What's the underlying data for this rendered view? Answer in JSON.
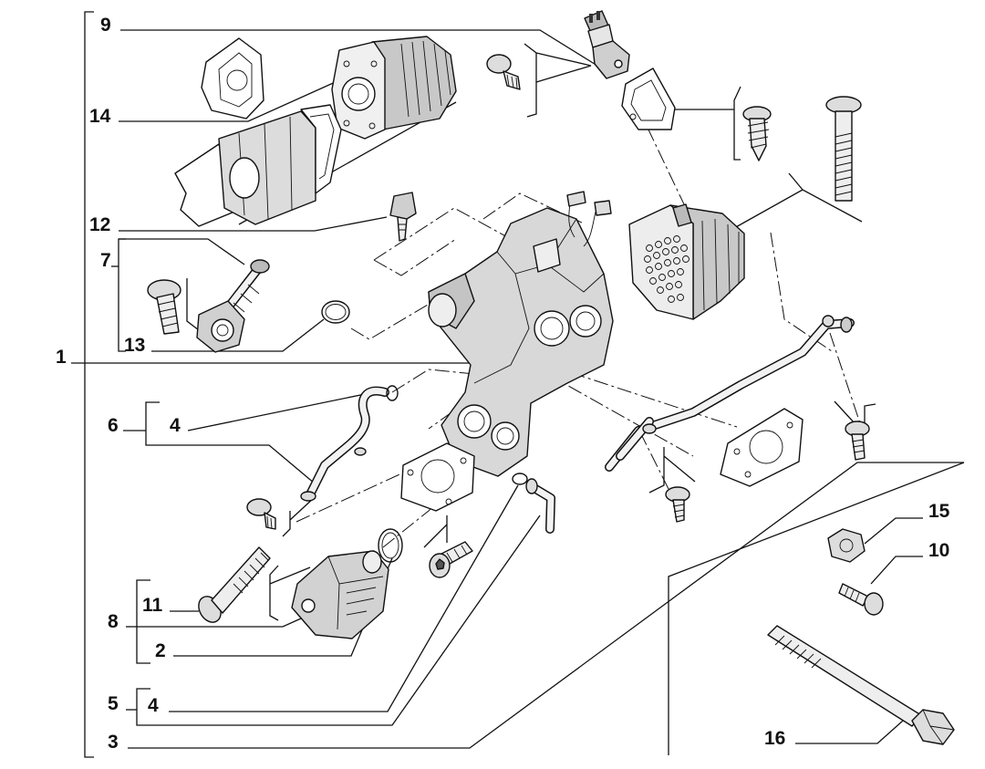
{
  "callouts": {
    "c1": "1",
    "c2": "2",
    "c3": "3",
    "c4_top": "4",
    "c4_bottom": "4",
    "c5": "5",
    "c6": "6",
    "c7": "7",
    "c8": "8",
    "c9": "9",
    "c10": "10",
    "c11": "11",
    "c12": "12",
    "c13": "13",
    "c14": "14",
    "c15": "15",
    "c16": "16"
  }
}
